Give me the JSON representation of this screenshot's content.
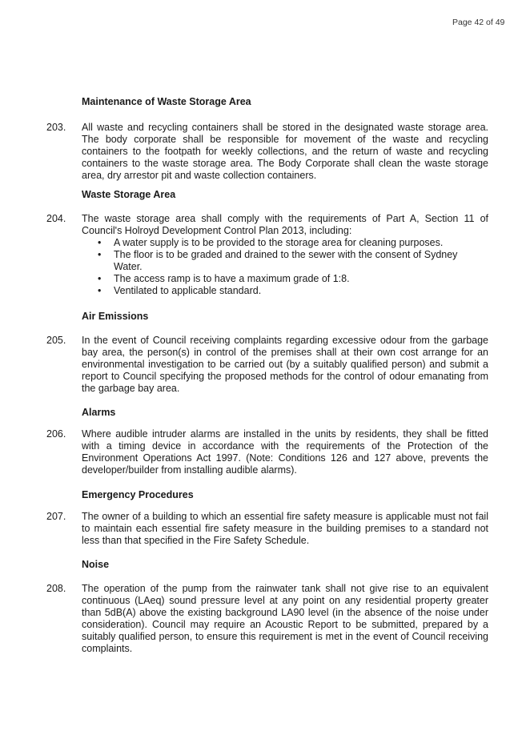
{
  "header": {
    "page": "Page 42 of 49"
  },
  "sections": [
    {
      "heading": "Maintenance of Waste Storage Area",
      "number": "203.",
      "lines": [
        "All waste and recycling containers shall be stored in the designated waste storage area.",
        "The body corporate shall be responsible for movement of the waste and recycling",
        "containers to the footpath for weekly collections, and the return of waste and recycling",
        "containers to the waste storage area.  The Body Corporate shall clean the waste storage",
        "area, dry arrestor pit and waste collection containers."
      ]
    },
    {
      "heading": "Waste Storage Area",
      "number": "204.",
      "lines": [
        "The waste storage area shall comply with the requirements of Part A, Section 11 of",
        "Council's Holroyd Development Control Plan 2013, including:"
      ],
      "bullets": [
        "A water supply is to be provided to the storage area for cleaning purposes.",
        "The floor is to be graded and drained to the sewer with the consent of Sydney",
        "Water.",
        "The access ramp is to have a maximum grade of 1:8.",
        "Ventilated to applicable standard."
      ]
    },
    {
      "heading": "Air Emissions",
      "number": "205.",
      "lines": [
        "In the event of Council receiving complaints regarding excessive odour from the garbage",
        "bay area, the person(s) in control of the premises shall at their own cost arrange for an",
        "environmental investigation to be carried out (by a suitably qualified person) and submit a",
        "report to Council specifying the proposed methods for the control of odour emanating from",
        "the garbage bay area."
      ]
    },
    {
      "heading": "Alarms",
      "number": "206.",
      "lines": [
        "Where audible intruder alarms are installed in the units by residents, they shall be fitted",
        "with a timing device in accordance with the requirements of the Protection of the",
        "Environment Operations Act 1997.  (Note:   Conditions 126 and 127 above, prevents the",
        "developer/builder from installing audible alarms)."
      ]
    },
    {
      "heading": "Emergency Procedures",
      "number": "207.",
      "lines": [
        "The owner of a building to which an essential fire safety measure is applicable must not fail",
        "to maintain each essential fire safety measure in the building premises to a standard not",
        "less than that specified in the Fire Safety Schedule."
      ]
    },
    {
      "heading": "Noise",
      "number": "208.",
      "lines": [
        "The operation of the pump from the rainwater tank shall not give rise to an equivalent",
        "continuous (LAeq) sound pressure level at any point on any residential property greater",
        "than 5dB(A) above the existing background LA90 level (in the absence of the noise under",
        "consideration). Council may require an Acoustic Report to be submitted, prepared by a",
        "suitably qualified person, to ensure this requirement is met in the event of Council receiving",
        "complaints."
      ]
    }
  ]
}
